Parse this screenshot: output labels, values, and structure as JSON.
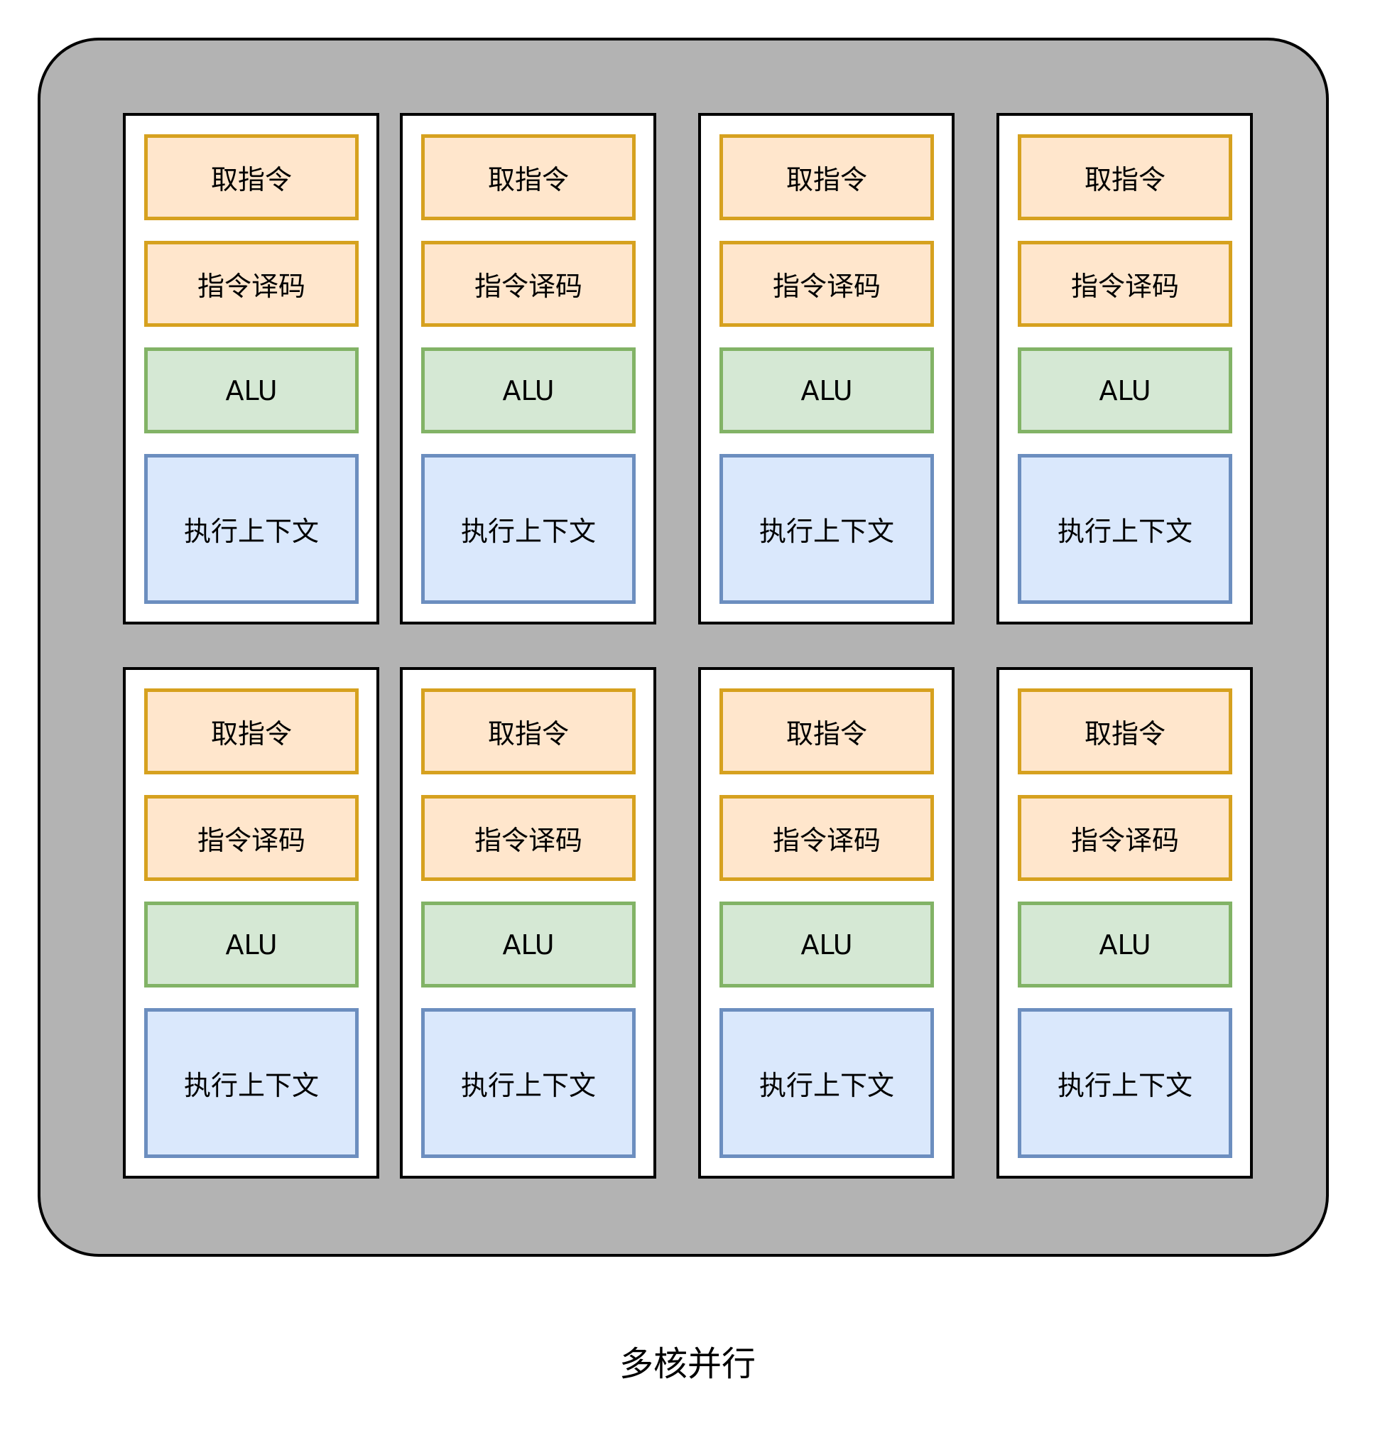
{
  "caption": "多核并行",
  "colors": {
    "chip_fill": "#b3b3b3",
    "fetch_fill": "#ffe6cc",
    "fetch_border": "#d6a11f",
    "decode_fill": "#ffe6cc",
    "decode_border": "#d6a11f",
    "alu_fill": "#d5e8d4",
    "alu_border": "#82b366",
    "ctx_fill": "#dae8fc",
    "ctx_border": "#6c8ebf"
  },
  "cores": [
    {
      "fetch": "取指令",
      "decode": "指令译码",
      "alu": "ALU",
      "context": "执行上下文"
    },
    {
      "fetch": "取指令",
      "decode": "指令译码",
      "alu": "ALU",
      "context": "执行上下文"
    },
    {
      "fetch": "取指令",
      "decode": "指令译码",
      "alu": "ALU",
      "context": "执行上下文"
    },
    {
      "fetch": "取指令",
      "decode": "指令译码",
      "alu": "ALU",
      "context": "执行上下文"
    },
    {
      "fetch": "取指令",
      "decode": "指令译码",
      "alu": "ALU",
      "context": "执行上下文"
    },
    {
      "fetch": "取指令",
      "decode": "指令译码",
      "alu": "ALU",
      "context": "执行上下文"
    },
    {
      "fetch": "取指令",
      "decode": "指令译码",
      "alu": "ALU",
      "context": "执行上下文"
    },
    {
      "fetch": "取指令",
      "decode": "指令译码",
      "alu": "ALU",
      "context": "执行上下文"
    }
  ]
}
